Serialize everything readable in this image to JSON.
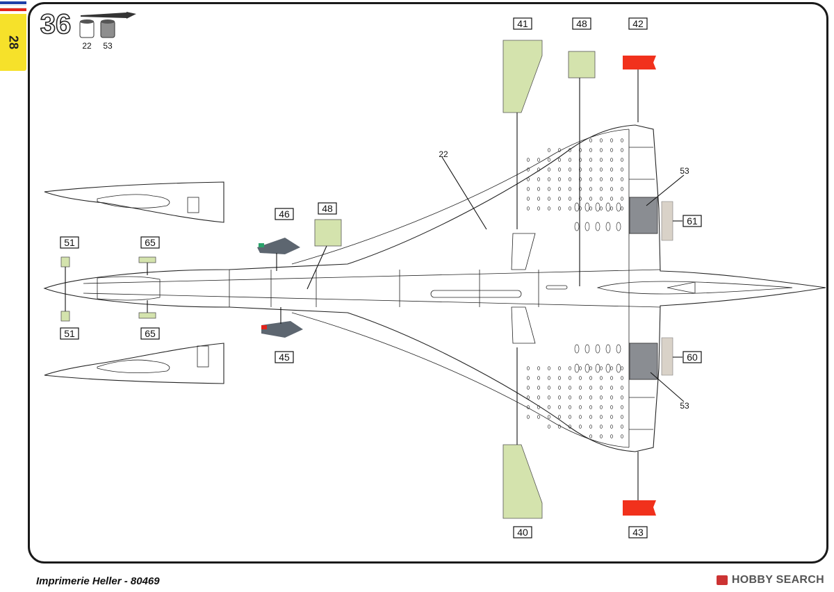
{
  "page": {
    "step_number": "36",
    "page_number": "28",
    "paints": [
      "22",
      "53"
    ],
    "footer": "Imprimerie Heller - 80469",
    "watermark": "HOBBY SEARCH"
  },
  "flag_colors": [
    "#1d3fa8",
    "#ffffff",
    "#e2231a"
  ],
  "callouts": {
    "c41": "41",
    "c48_top": "48",
    "c42": "42",
    "c61": "61",
    "c60": "60",
    "c46": "46",
    "c48_left": "48",
    "c45": "45",
    "c40": "40",
    "c43": "43",
    "c51_top": "51",
    "c65_top": "65",
    "c51_bottom": "51",
    "c65_bottom": "65"
  },
  "labels": {
    "paint22": "22",
    "paint53_top": "53",
    "paint53_bottom": "53"
  },
  "colors": {
    "decal_green": "#d4e3ad",
    "decal_red": "#f1311c",
    "decal_grey": "#5d6670",
    "tab_yellow": "#f6e12a"
  }
}
